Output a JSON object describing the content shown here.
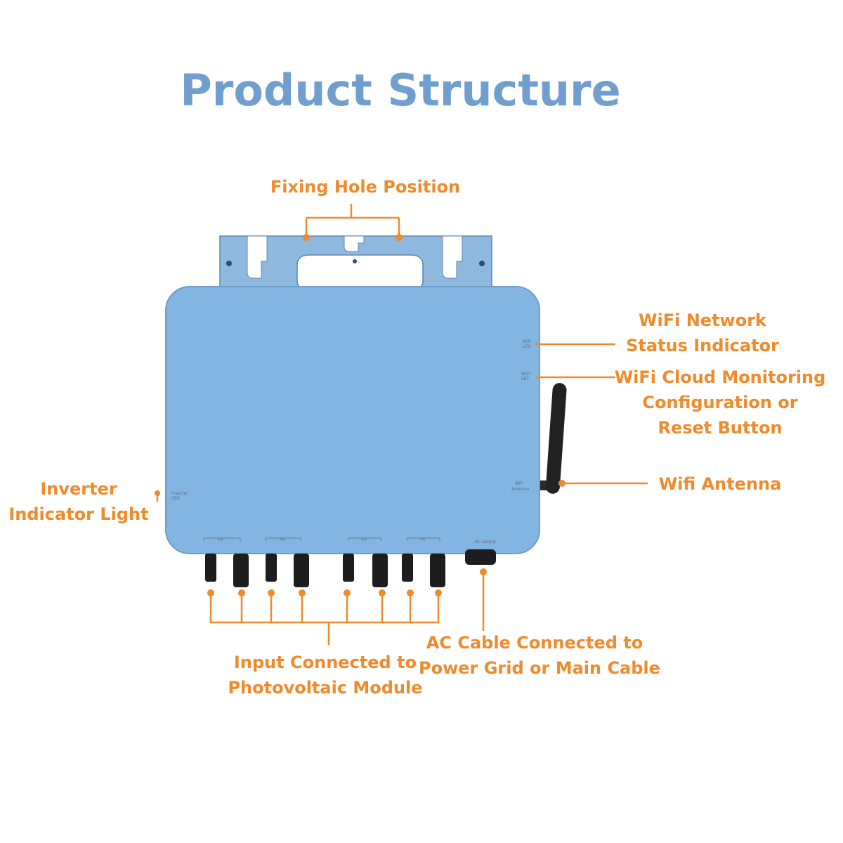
{
  "title": "Product Structure",
  "colors": {
    "title": "#6f9ecf",
    "callout": "#f08a2a",
    "device_body": "#83b5e2",
    "connector": "#1d1d1d"
  },
  "callouts": {
    "fixing_hole": "Fixing Hole Position",
    "wifi_status": [
      "WiFi Network",
      "Status Indicator"
    ],
    "wifi_cloud": [
      "WiFi Cloud Monitoring",
      "Configuration or",
      "Reset Button"
    ],
    "wifi_antenna": "Wifi Antenna",
    "inverter_light": [
      "Inverter",
      "Indicator Light"
    ],
    "pv_input": [
      "Input Connected to",
      "Photovoltaic Module"
    ],
    "ac_cable": [
      "AC Cable Connected to",
      "Power Grid or Main Cable"
    ]
  },
  "device_labels": {
    "wifi_led": [
      "WiFi",
      "LED"
    ],
    "wifi_set": [
      "WiFi",
      "SET"
    ],
    "wifi_antenna": [
      "Wifi",
      "Antenna"
    ],
    "inverter_led": [
      "Inverter",
      "LED"
    ],
    "pv_groups": [
      "PV",
      "PV",
      "PV",
      "PV"
    ],
    "ac_output": "AC output"
  }
}
